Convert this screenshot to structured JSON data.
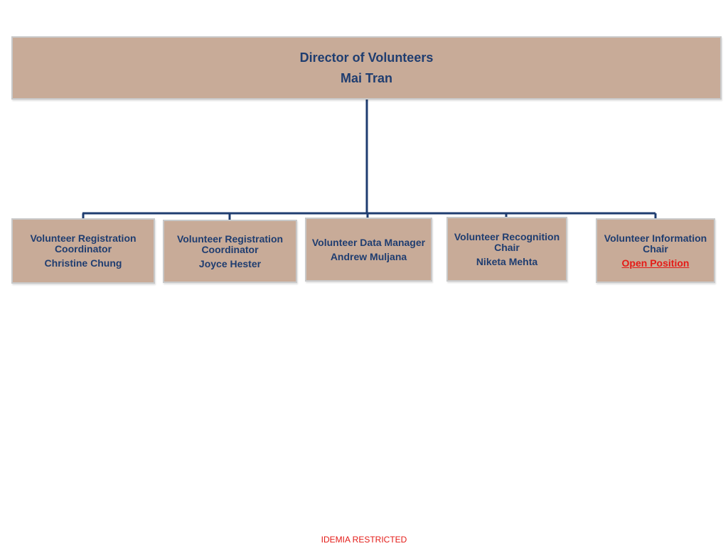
{
  "director": {
    "title": "Director of Volunteers",
    "name": "Mai Tran"
  },
  "reports": [
    {
      "title": "Volunteer Registration Coordinator",
      "name": "Christine Chung"
    },
    {
      "title": "Volunteer Registration Coordinator",
      "name": "Joyce Hester"
    },
    {
      "title": "Volunteer Data Manager",
      "name": "Andrew Muljana"
    },
    {
      "title": "Volunteer Recognition Chair",
      "name": "Niketa Mehta"
    },
    {
      "title": "Volunteer Information Chair",
      "name": "Open Position"
    }
  ],
  "colors": {
    "box_fill": "#c8ab98",
    "box_border": "#c9c9c9",
    "text": "#1f3d70",
    "connector": "#1f3d70",
    "open_position": "#e41b17"
  },
  "footer": {
    "label": "IDEMIA RESTRICTED"
  }
}
